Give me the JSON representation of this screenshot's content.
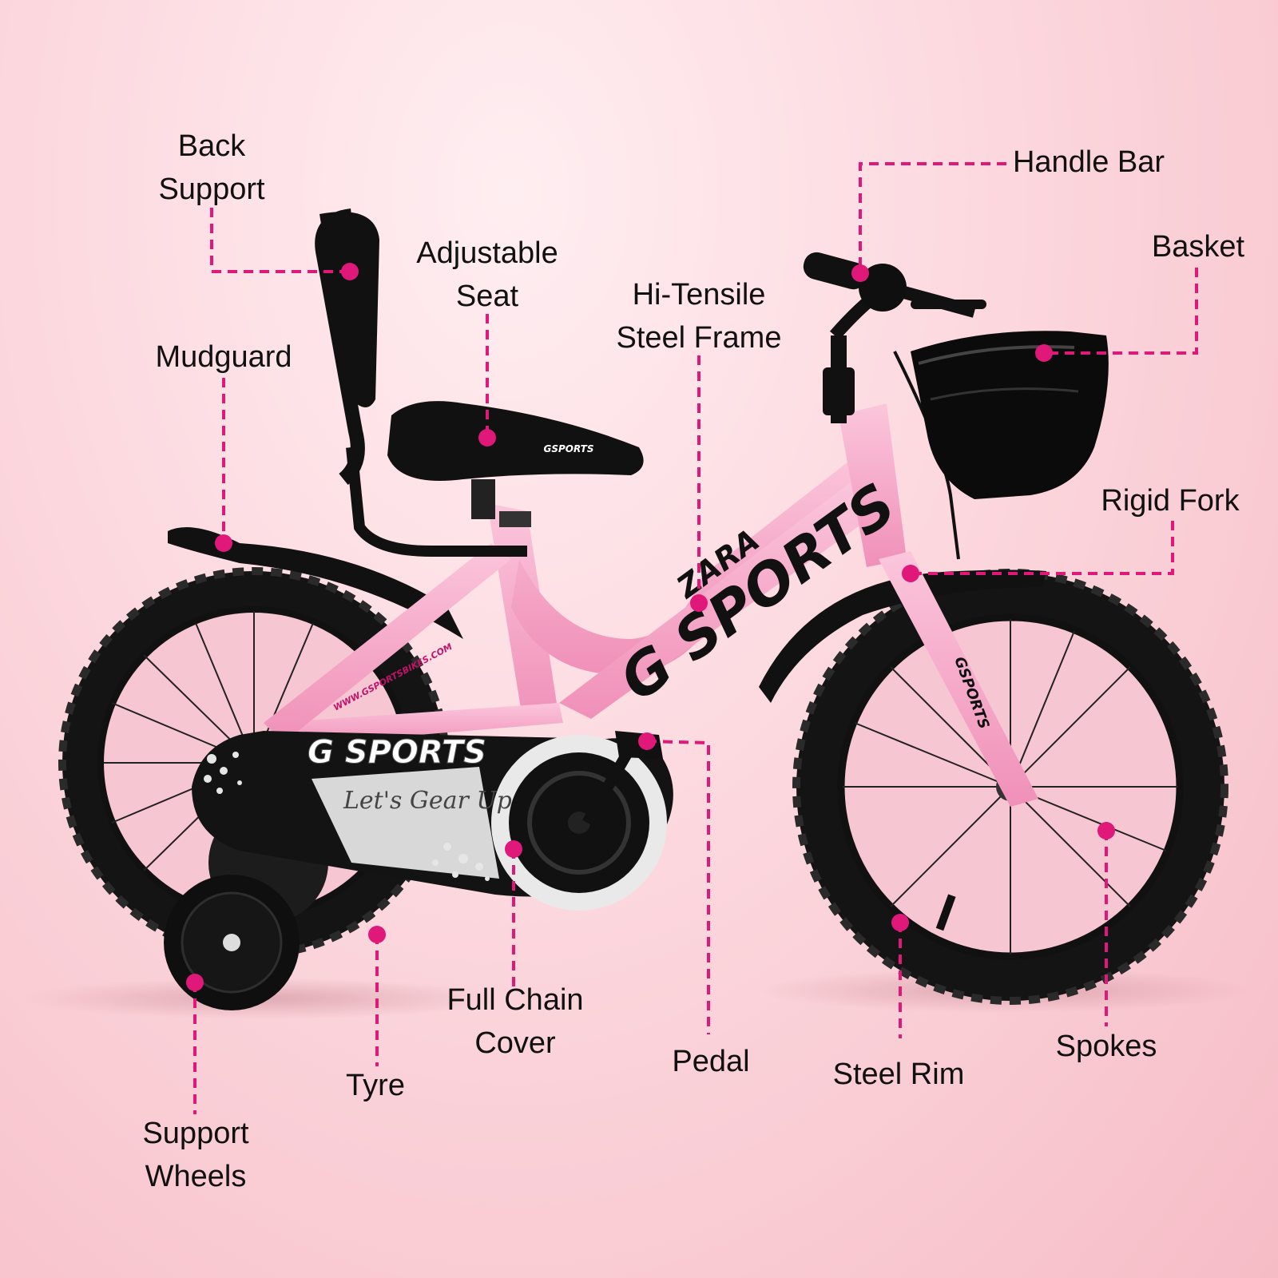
{
  "callouts": {
    "back_support": {
      "line1": "Back",
      "line2": "Support"
    },
    "adjustable_seat": {
      "line1": "Adjustable",
      "line2": "Seat"
    },
    "hi_tensile_frame": {
      "line1": "Hi-Tensile",
      "line2": "Steel Frame"
    },
    "handle_bar": {
      "line1": "Handle Bar"
    },
    "basket": {
      "line1": "Basket"
    },
    "mudguard": {
      "line1": "Mudguard"
    },
    "rigid_fork": {
      "line1": "Rigid Fork"
    },
    "full_chain_cover": {
      "line1": "Full Chain",
      "line2": "Cover"
    },
    "pedal": {
      "line1": "Pedal"
    },
    "steel_rim": {
      "line1": "Steel Rim"
    },
    "spokes": {
      "line1": "Spokes"
    },
    "tyre": {
      "line1": "Tyre"
    },
    "support_wheels": {
      "line1": "Support",
      "line2": "Wheels"
    }
  },
  "bike_branding": {
    "chain_cover_logo": "G SPORTS",
    "chain_cover_slogan": "Let's Gear Up",
    "frame_logo": "G SPORTS",
    "frame_model": "ZARA",
    "seat_logo": "GSPORTS",
    "fork_logo": "GSPORTS",
    "website": "WWW.GSPORTSBIKES.COM"
  },
  "colors": {
    "callout": "#e0187a",
    "frame": "#f7a9c9",
    "tyre": "#111111",
    "background": "#fbd3da"
  }
}
